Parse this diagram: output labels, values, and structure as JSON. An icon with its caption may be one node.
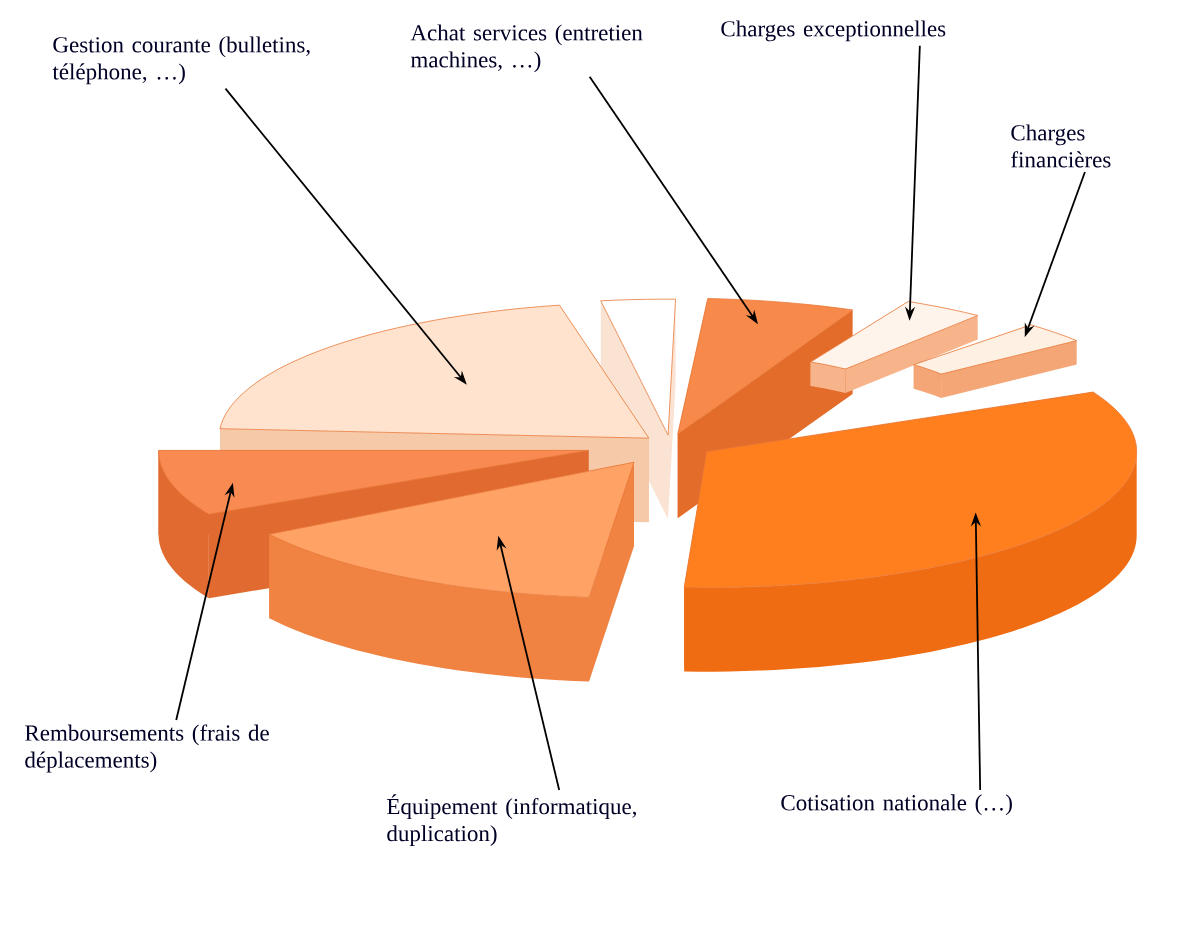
{
  "diagram": {
    "nodes": [
      {
        "text": [
          "Gestion courante (bulletins, téléphone, …)"
        ]
      },
      {
        "text": [
          "Achat services (entretien machines, …)"
        ]
      },
      {
        "text": [
          "Charges exceptionnelles"
        ]
      },
      {
        "text": [
          "Charges financières"
        ]
      },
      {
        "text": [
          "Remboursements (frais de déplacements)"
        ]
      },
      {
        "text": [
          "Équipement (informatique, duplication)"
        ]
      },
      {
        "text": [
          "Cotisation nationale (…)"
        ]
      },
      {
        "text": [],
        "shape": "slice"
      },
      {
        "text": [],
        "shape": "slice"
      },
      {
        "text": [],
        "shape": "slice"
      },
      {
        "text": [],
        "shape": "slice"
      },
      {
        "text": [],
        "shape": "slice"
      },
      {
        "text": [],
        "shape": "slice"
      },
      {
        "text": [],
        "shape": "slice"
      },
      {
        "text": [],
        "shape": "slice"
      }
    ],
    "edges": [
      {
        "from": 0,
        "to": 7,
        "arrow": "to"
      },
      {
        "from": 1,
        "to": 8,
        "arrow": "to"
      },
      {
        "from": 2,
        "to": 9,
        "arrow": "to"
      },
      {
        "from": 3,
        "to": 10,
        "arrow": "to"
      },
      {
        "from": 4,
        "to": 11,
        "arrow": "to"
      },
      {
        "from": 5,
        "to": 12,
        "arrow": "to"
      },
      {
        "from": 6,
        "to": 13,
        "arrow": "to"
      }
    ]
  }
}
